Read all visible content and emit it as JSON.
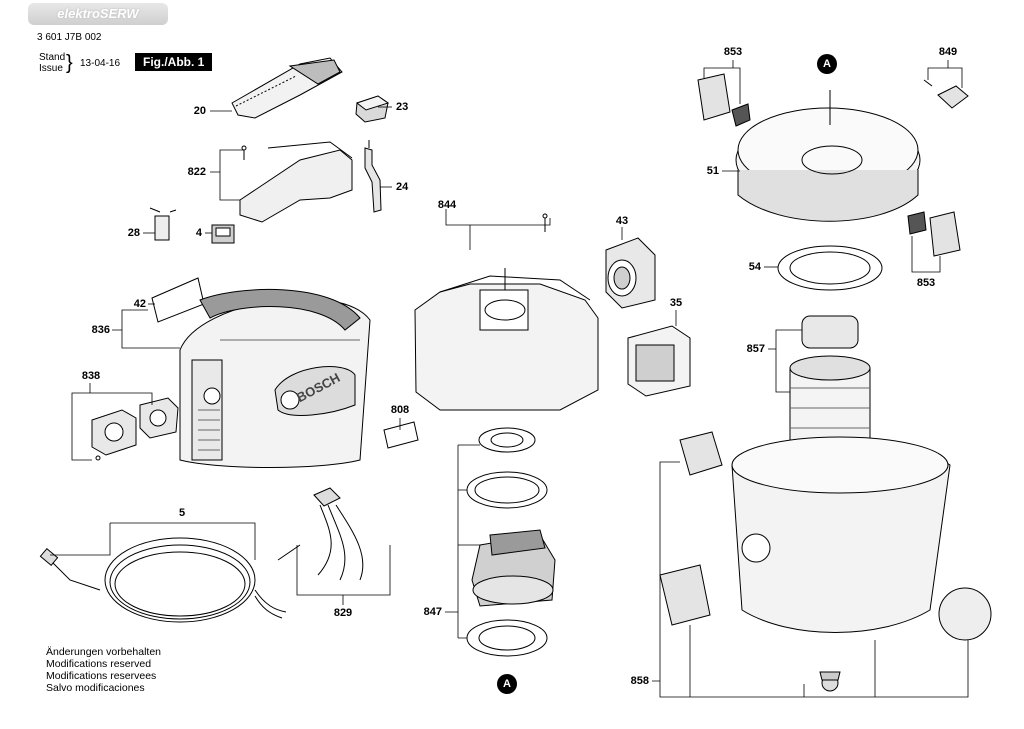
{
  "watermark": "elektroSERW",
  "doc_number": "3 601 J7B 002",
  "stand_label": "Stand",
  "issue_label": "Issue",
  "issue_date": "13-04-16",
  "figure_label": "Fig./Abb. 1",
  "brand_text": "BOSCH",
  "marker_letter": "A",
  "notes": [
    "Änderungen vorbehalten",
    "Modifications reserved",
    "Modifications reservees",
    "Salvo modificaciones"
  ],
  "parts": {
    "p20": "20",
    "p23": "23",
    "p822": "822",
    "p24": "24",
    "p28": "28",
    "p4": "4",
    "p42": "42",
    "p836": "836",
    "p838": "838",
    "p808": "808",
    "p5": "5",
    "p829": "829",
    "p844": "844",
    "p43": "43",
    "p35": "35",
    "p847": "847",
    "p853a": "853",
    "p849": "849",
    "p51": "51",
    "p54": "54",
    "p853b": "853",
    "p857": "857",
    "p858": "858"
  }
}
